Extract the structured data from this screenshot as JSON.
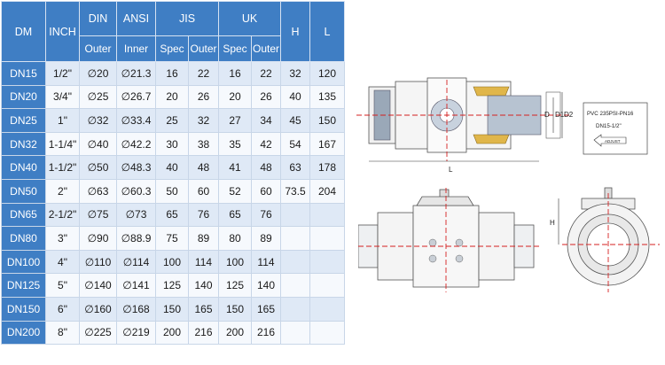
{
  "table": {
    "headers_top": {
      "dm": "DM",
      "inch": "INCH",
      "din": "DIN",
      "ansi": "ANSI",
      "jis": "JIS",
      "uk": "UK",
      "h": "H",
      "l": "L"
    },
    "headers_sub": {
      "din_outer": "Outer",
      "ansi_inner": "Inner",
      "jis_spec": "Spec",
      "jis_outer": "Outer",
      "uk_spec": "Spec",
      "uk_outer": "Outer"
    },
    "rows": [
      {
        "dm": "DN15",
        "inch": "1/2\"",
        "din": "∅20",
        "ansi": "∅21.3",
        "jis_spec": "16",
        "jis_outer": "22",
        "uk_spec": "16",
        "uk_outer": "22",
        "h": "32",
        "l": "120"
      },
      {
        "dm": "DN20",
        "inch": "3/4\"",
        "din": "∅25",
        "ansi": "∅26.7",
        "jis_spec": "20",
        "jis_outer": "26",
        "uk_spec": "20",
        "uk_outer": "26",
        "h": "40",
        "l": "135"
      },
      {
        "dm": "DN25",
        "inch": "1\"",
        "din": "∅32",
        "ansi": "∅33.4",
        "jis_spec": "25",
        "jis_outer": "32",
        "uk_spec": "27",
        "uk_outer": "34",
        "h": "45",
        "l": "150"
      },
      {
        "dm": "DN32",
        "inch": "1-1/4\"",
        "din": "∅40",
        "ansi": "∅42.2",
        "jis_spec": "30",
        "jis_outer": "38",
        "uk_spec": "35",
        "uk_outer": "42",
        "h": "54",
        "l": "167"
      },
      {
        "dm": "DN40",
        "inch": "1-1/2\"",
        "din": "∅50",
        "ansi": "∅48.3",
        "jis_spec": "40",
        "jis_outer": "48",
        "uk_spec": "41",
        "uk_outer": "48",
        "h": "63",
        "l": "178"
      },
      {
        "dm": "DN50",
        "inch": "2\"",
        "din": "∅63",
        "ansi": "∅60.3",
        "jis_spec": "50",
        "jis_outer": "60",
        "uk_spec": "52",
        "uk_outer": "60",
        "h": "73.5",
        "l": "204"
      },
      {
        "dm": "DN65",
        "inch": "2-1/2\"",
        "din": "∅75",
        "ansi": "∅73",
        "jis_spec": "65",
        "jis_outer": "76",
        "uk_spec": "65",
        "uk_outer": "76",
        "h": "",
        "l": ""
      },
      {
        "dm": "DN80",
        "inch": "3\"",
        "din": "∅90",
        "ansi": "∅88.9",
        "jis_spec": "75",
        "jis_outer": "89",
        "uk_spec": "80",
        "uk_outer": "89",
        "h": "",
        "l": ""
      },
      {
        "dm": "DN100",
        "inch": "4\"",
        "din": "∅110",
        "ansi": "∅114",
        "jis_spec": "100",
        "jis_outer": "114",
        "uk_spec": "100",
        "uk_outer": "114",
        "h": "",
        "l": ""
      },
      {
        "dm": "DN125",
        "inch": "5\"",
        "din": "∅140",
        "ansi": "∅141",
        "jis_spec": "125",
        "jis_outer": "140",
        "uk_spec": "125",
        "uk_outer": "140",
        "h": "",
        "l": ""
      },
      {
        "dm": "DN150",
        "inch": "6\"",
        "din": "∅160",
        "ansi": "∅168",
        "jis_spec": "150",
        "jis_outer": "165",
        "uk_spec": "150",
        "uk_outer": "165",
        "h": "",
        "l": ""
      },
      {
        "dm": "DN200",
        "inch": "8\"",
        "din": "∅225",
        "ansi": "∅219",
        "jis_spec": "200",
        "jis_outer": "216",
        "uk_spec": "200",
        "uk_outer": "216",
        "h": "",
        "l": ""
      }
    ]
  },
  "drawing_labels": {
    "d": "D",
    "d1": "D1",
    "d2": "D2",
    "l": "L",
    "h": "H",
    "nameplate_line1": "PVC 235PSI-PN16",
    "nameplate_line2": "DN15-1/2\"",
    "arrow_text": "ADJUST"
  },
  "colors": {
    "header_blue": "#3f7ec4",
    "row_band": "#dfe9f6",
    "row_light": "#f6f9fd",
    "dim_red": "#d42020",
    "steel": "#9aa8b8",
    "brass": "#e0b64a"
  }
}
